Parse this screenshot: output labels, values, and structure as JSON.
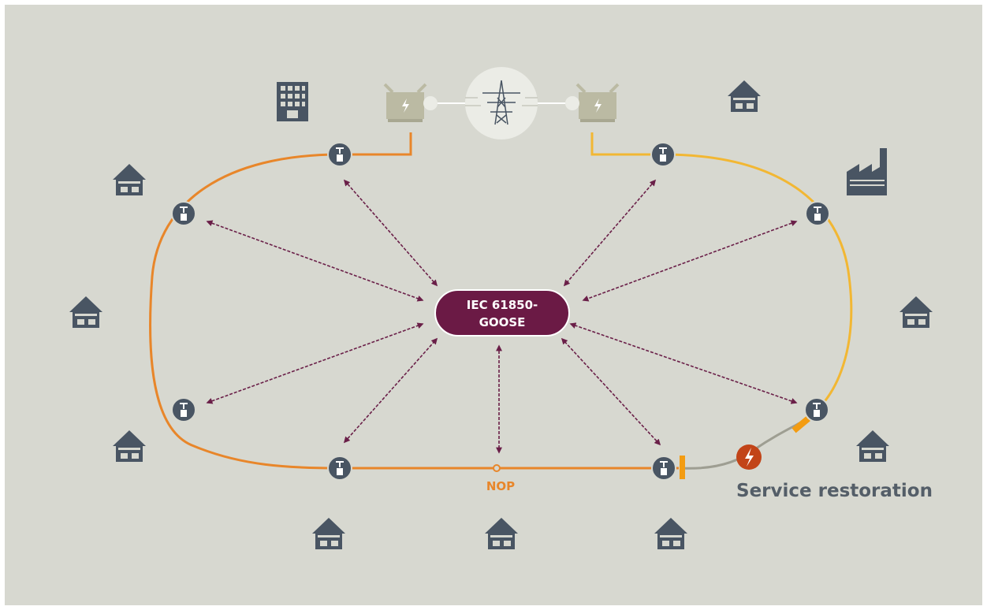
{
  "colors": {
    "background": "#d7d8d0",
    "arrow": "#6a1f48",
    "goose_fill": "#6b1a45",
    "feeder_orange": "#e8862a",
    "feeder_yellow": "#f2b733",
    "faulted_line": "#9e9e92",
    "node_fill": "#495563",
    "building": "#495563",
    "substation": "#bbbaa3",
    "fault_marker": "#c24418",
    "open_switch": "#f39c12"
  },
  "goose": {
    "line1": "IEC 61850-",
    "line2": "GOOSE"
  },
  "nop": {
    "label": "NOP"
  },
  "service_restoration": {
    "label": "Service restoration"
  },
  "icons": {
    "substation": "transformer-icon",
    "grid": "transmission-tower-icon",
    "node": "switch-pole-icon",
    "house": "house-icon",
    "factory": "factory-icon",
    "office": "office-building-icon",
    "fault": "lightning-bolt-icon"
  }
}
